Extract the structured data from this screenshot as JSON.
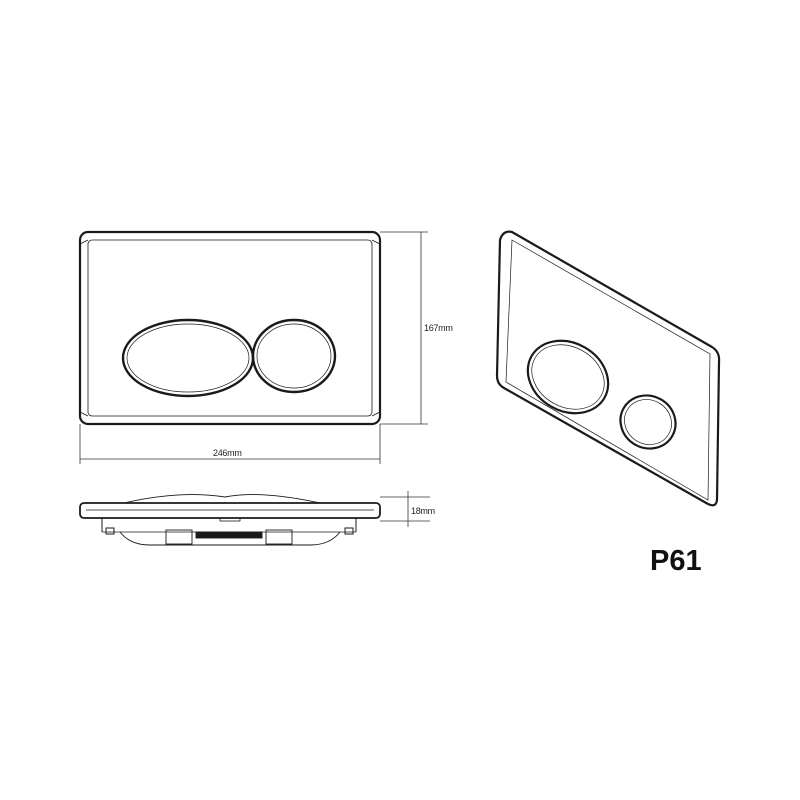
{
  "dimensions": {
    "height": "167mm",
    "width": "246mm",
    "depth": "18mm"
  },
  "model": "P61",
  "colors": {
    "line": "#1a1a1a",
    "background": "#ffffff"
  }
}
